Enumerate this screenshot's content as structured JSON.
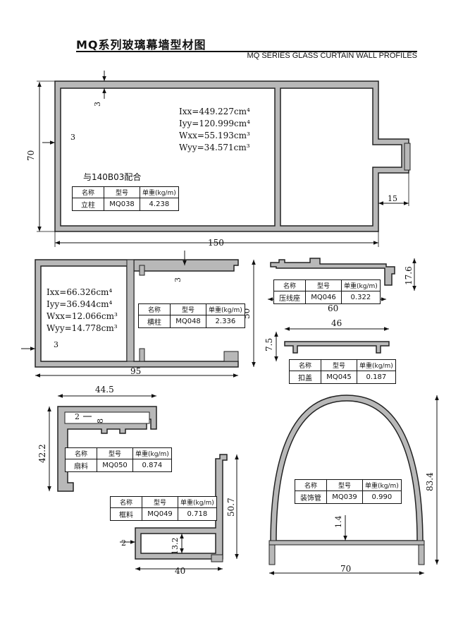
{
  "header": {
    "title": "MQ系列玻璃幕墙型材图",
    "subtitle": "MQ SERIES  GLASS CURTAIN WALL PROFILES"
  },
  "table_headers": {
    "name": "名称",
    "model": "型号",
    "weight": "单重(kg/m)"
  },
  "profiles": {
    "mq038": {
      "note": "与140B03配合",
      "name": "立柱",
      "model": "MQ038",
      "weight": "4.238",
      "props": [
        "Ixx=449.227cm⁴",
        "Iyy=120.999cm⁴",
        "Wxx=55.193cm³",
        "Wyy=34.571cm³"
      ],
      "dims": {
        "height": "70",
        "width": "150",
        "wall": "3",
        "wall_top": "3",
        "tongue": "15"
      }
    },
    "mq048": {
      "name": "横柱",
      "model": "MQ048",
      "weight": "2.336",
      "props": [
        "Ixx=66.326cm⁴",
        "Iyy=36.944cm⁴",
        "Wxx=12.066cm³",
        "Wyy=14.778cm³"
      ],
      "dims": {
        "height": "50",
        "width": "95",
        "wall": "3",
        "wall_top": "3"
      }
    },
    "mq046": {
      "name": "压线座",
      "model": "MQ046",
      "weight": "0.322",
      "dims": {
        "width": "60",
        "height": "17.6"
      }
    },
    "mq045": {
      "name": "扣盖",
      "model": "MQ045",
      "weight": "0.187",
      "dims": {
        "width": "46",
        "height": "7.5"
      }
    },
    "mq050": {
      "name": "扇料",
      "model": "MQ050",
      "weight": "0.874",
      "dims": {
        "width": "44.5",
        "height": "42.2",
        "wall": "2",
        "slot": "8"
      }
    },
    "mq049": {
      "name": "框料",
      "model": "MQ049",
      "weight": "0.718",
      "dims": {
        "width": "40",
        "height": "50.7",
        "wall": "2",
        "tube": "13.2"
      }
    },
    "mq039": {
      "name": "装饰管",
      "model": "MQ039",
      "weight": "0.990",
      "dims": {
        "width": "70",
        "height": "83.4",
        "wall": "1.4"
      }
    }
  }
}
